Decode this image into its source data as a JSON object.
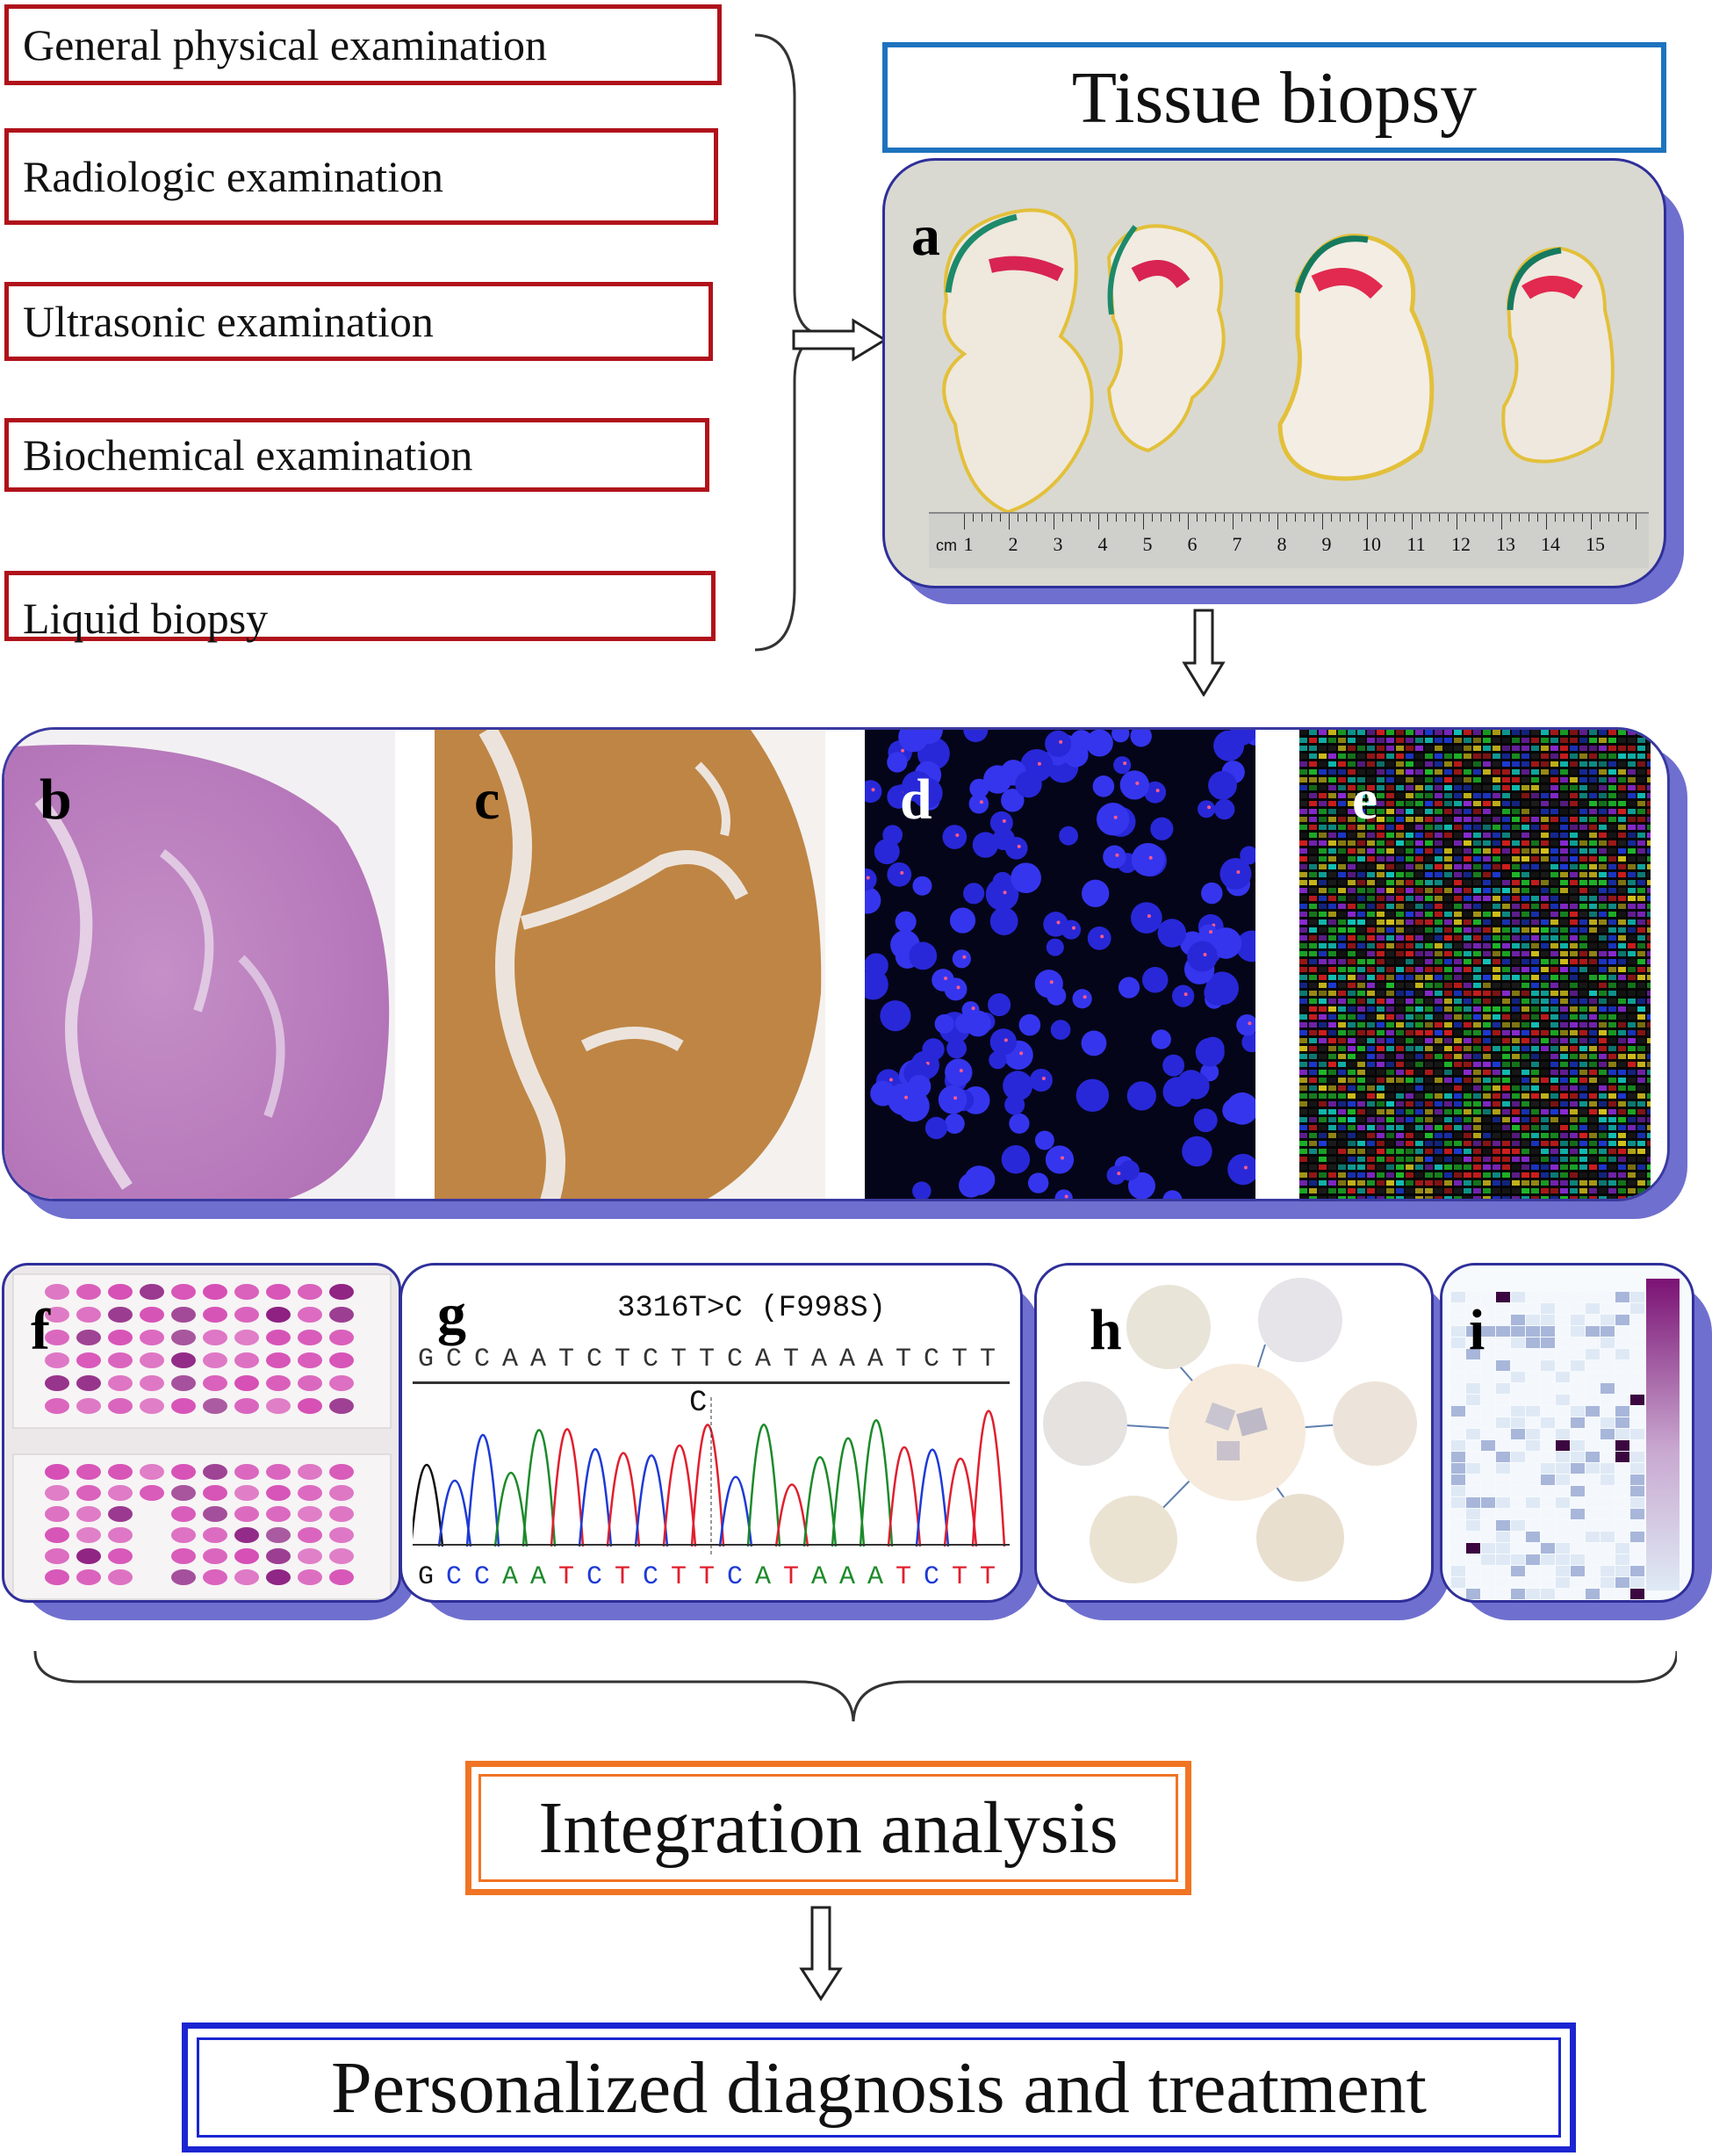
{
  "exams": [
    "General  physical examination",
    "Radiologic examination",
    "Ultrasonic examination",
    "Biochemical examination",
    "Liquid biopsy"
  ],
  "tissue_biopsy_title": "Tissue biopsy",
  "panel_labels": {
    "a": "a",
    "b": "b",
    "c": "c",
    "d": "d",
    "e": "e",
    "f": "f",
    "g": "g",
    "h": "h",
    "i": "i"
  },
  "ruler": {
    "unit": "cm",
    "ticks": [
      "1",
      "2",
      "3",
      "4",
      "5",
      "6",
      "7",
      "8",
      "9",
      "10",
      "11",
      "12",
      "13",
      "14",
      "15"
    ]
  },
  "sequencing": {
    "mutation": "3316T>C (F998S)",
    "sequence": [
      "G",
      "C",
      "C",
      "A",
      "A",
      "T",
      "C",
      "T",
      "C",
      "T",
      "T",
      "C",
      "A",
      "T",
      "A",
      "A",
      "A",
      "T",
      "C",
      "T",
      "T"
    ],
    "variant_base": "C"
  },
  "integration_title": "Integration analysis",
  "final_title": "Personalized diagnosis and treatment",
  "colors": {
    "exam_border": "#b0121b",
    "tissue_border": "#1e73be",
    "integration_border": "#f07424",
    "final_border": "#1b25d2",
    "panel_shadow": "#6f6fcf"
  }
}
